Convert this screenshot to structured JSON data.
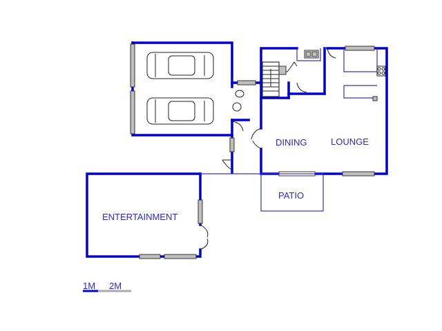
{
  "rooms": {
    "dining": "DINING",
    "lounge": "LOUNGE",
    "patio": "PATIO",
    "entertainment": "ENTERTAINMENT"
  },
  "scale": {
    "one": "1M",
    "two": "2M"
  },
  "colors": {
    "wall": "#0000cc",
    "label": "#2a2acc",
    "window": "#bfbfbf"
  }
}
